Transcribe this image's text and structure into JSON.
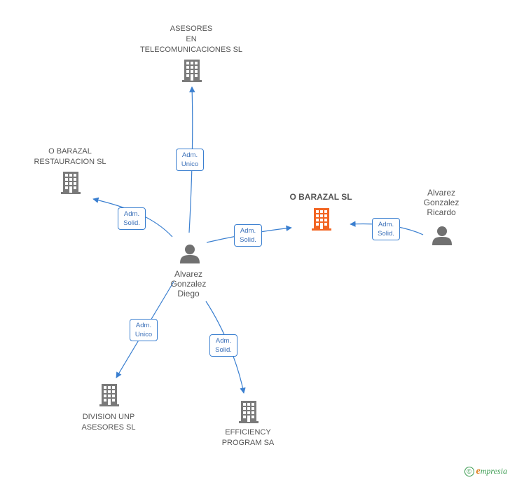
{
  "nodes": {
    "asesores_telecom": {
      "label": "ASESORES\nEN\nTELECOMUNICACIONES SL"
    },
    "barazal_restauracion": {
      "label": "O BARAZAL\nRESTAURACION SL"
    },
    "barazal_sl": {
      "label": "O BARAZAL SL"
    },
    "ricardo": {
      "label": "Alvarez\nGonzalez\nRicardo"
    },
    "diego": {
      "label": "Alvarez\nGonzalez\nDiego"
    },
    "division_unp": {
      "label": "DIVISION UNP\nASESORES SL"
    },
    "efficiency": {
      "label": "EFFICIENCY\nPROGRAM SA"
    }
  },
  "edges": {
    "to_telecom": "Adm.\nUnico",
    "to_restauracion": "Adm.\nSolid.",
    "to_barazal_from_diego": "Adm.\nSolid.",
    "to_barazal_from_ricardo": "Adm.\nSolid.",
    "to_division": "Adm.\nUnico",
    "to_efficiency": "Adm.\nSolid."
  },
  "colors": {
    "edge": "#3a7fd0",
    "company": "#7a7a7a",
    "company_main": "#f26522",
    "person": "#707070"
  },
  "footer": {
    "copyright_symbol": "©",
    "brand_initial": "e",
    "brand_rest": "mpresia"
  }
}
